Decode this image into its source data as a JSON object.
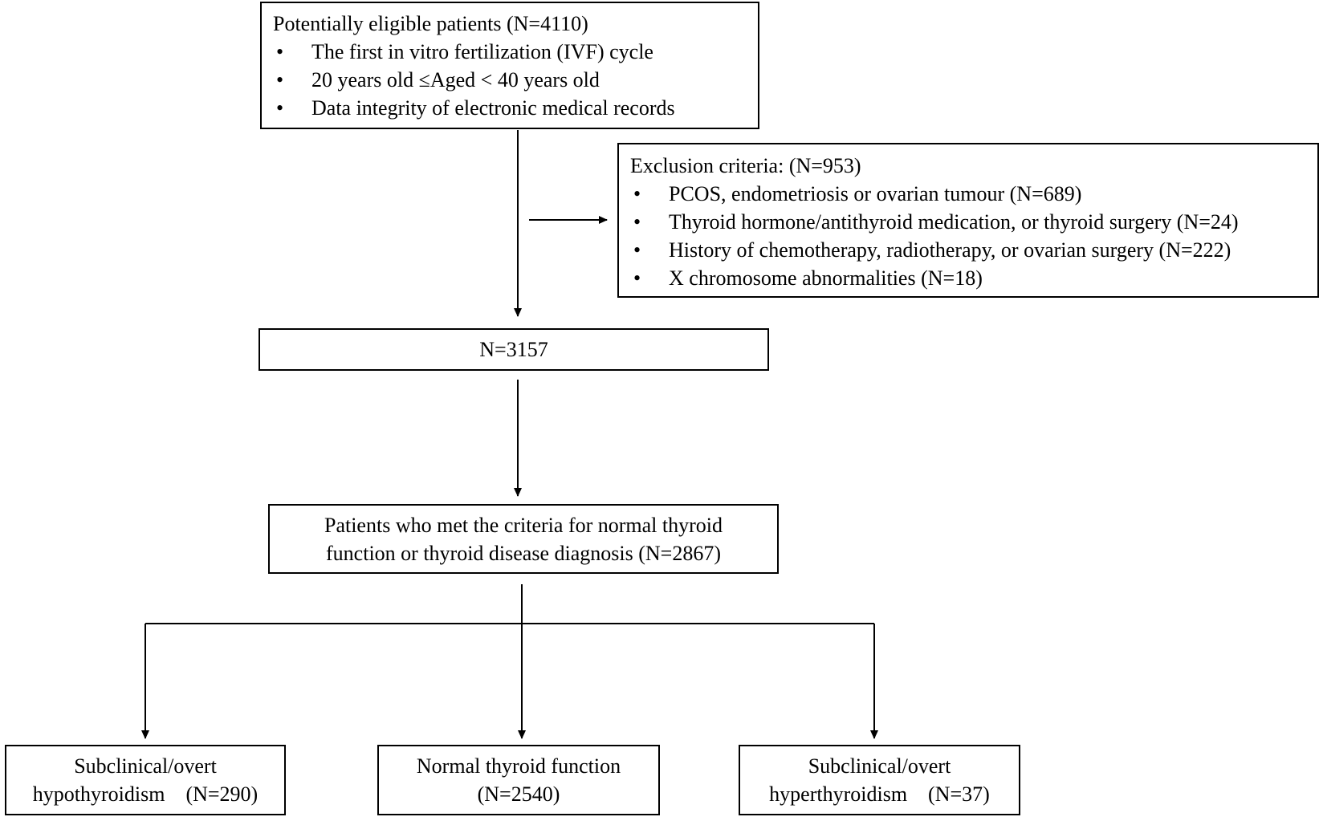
{
  "eligible": {
    "title": "Potentially eligible patients (N=4110)",
    "bullets": [
      "The first in vitro fertilization (IVF) cycle",
      "20 years old ≤Aged < 40 years old",
      "Data integrity of electronic medical records"
    ]
  },
  "exclusion": {
    "title": "Exclusion criteria: (N=953)",
    "bullets": [
      "PCOS, endometriosis or ovarian tumour (N=689)",
      "Thyroid hormone/antithyroid medication, or thyroid surgery (N=24)",
      "History of chemotherapy, radiotherapy, or ovarian surgery (N=222)",
      "X chromosome abnormalities (N=18)"
    ]
  },
  "after_exclusion": {
    "label": "N=3157"
  },
  "met_criteria": {
    "line1": "Patients who met the criteria for normal thyroid",
    "line2": "function or thyroid disease diagnosis (N=2867)"
  },
  "groups": {
    "hypo": {
      "line1": "Subclinical/overt",
      "line2": "hypothyroidism　(N=290)"
    },
    "normal": {
      "line1": "Normal thyroid function",
      "line2": "(N=2540)"
    },
    "hyper": {
      "line1": "Subclinical/overt",
      "line2": "hyperthyroidism　(N=37)"
    }
  },
  "bullet_glyph": "•"
}
